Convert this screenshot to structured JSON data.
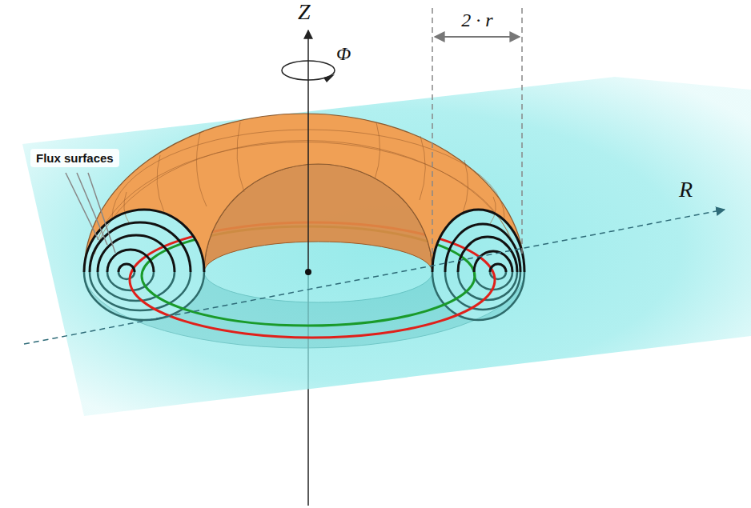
{
  "diagram": {
    "nodes": [
      {
        "text": [
          "Flux surfaces"
        ]
      }
    ],
    "labels": [
      "Z",
      "Φ",
      "2 · r",
      "R"
    ]
  }
}
